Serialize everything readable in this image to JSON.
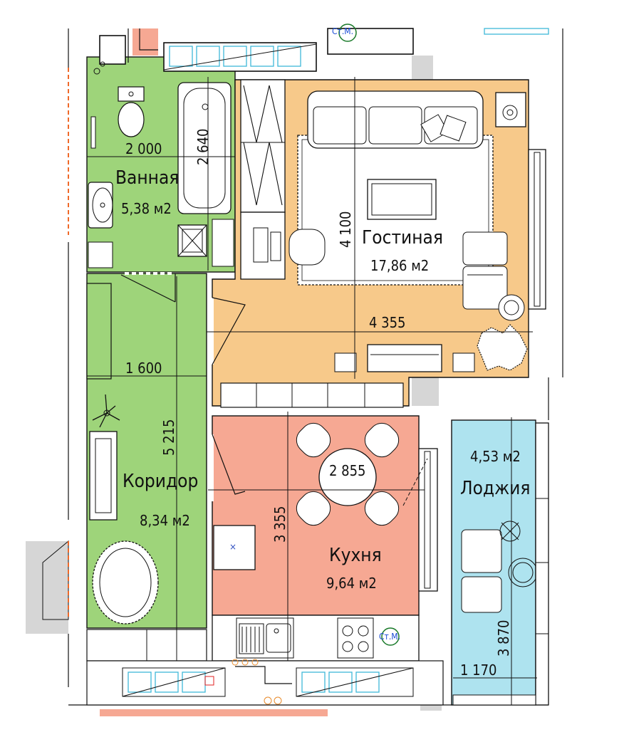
{
  "rooms": {
    "bathroom": {
      "name": "Ванная",
      "area": "5,38 м2",
      "color": "#9ed47a"
    },
    "living": {
      "name": "Гостиная",
      "area": "17,86 м2",
      "color": "#f7c98a"
    },
    "corridor": {
      "name": "Коридор",
      "area": "8,34 м2",
      "color": "#9ed47a"
    },
    "kitchen": {
      "name": "Кухня",
      "area": "9,64 м2",
      "color": "#f6a893"
    },
    "loggia": {
      "name": "Лоджия",
      "area": "4,53 м2",
      "color": "#aee3ef"
    }
  },
  "dimensions": {
    "bath_width": "2 000",
    "bath_tub": "2 640",
    "living_height": "4 100",
    "living_width": "4 355",
    "corridor_width": "1 600",
    "corridor_height": "5 215",
    "kitchen_width": "2 855",
    "kitchen_height": "3 355",
    "loggia_height": "3 870",
    "loggia_width": "1 170"
  },
  "markers": {
    "top": "Ст.М.",
    "kitchen": "Ст.М."
  }
}
